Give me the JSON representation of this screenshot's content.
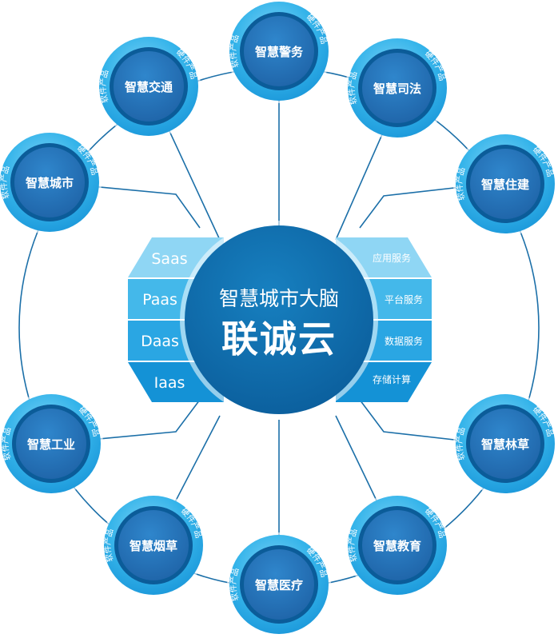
{
  "center": {
    "line1": "智慧城市大脑",
    "line2": "联诚云"
  },
  "stack_left": [
    "Saas",
    "Paas",
    "Daas",
    "Iaas"
  ],
  "stack_right": [
    "应用服务",
    "平台服务",
    "数据服务",
    "存储计算"
  ],
  "node_tags": {
    "left": "软件产品",
    "right": "硬件产品"
  },
  "nodes": [
    {
      "label": "智慧警务"
    },
    {
      "label": "智慧司法"
    },
    {
      "label": "智慧住建"
    },
    {
      "label": "智慧林草"
    },
    {
      "label": "智慧教育"
    },
    {
      "label": "智慧医疗"
    },
    {
      "label": "智慧烟草"
    },
    {
      "label": "智慧工业"
    },
    {
      "label": "智慧城市"
    },
    {
      "label": "智慧交通"
    }
  ],
  "colors": {
    "ring_outer": "#35b4ea",
    "ring_inner": "#0b5c99",
    "node_face": "#2a80c8",
    "center": "#0d6aa8",
    "band_light": "#8fd6f4",
    "band_mid": "#44b8ea",
    "band_dark": "#1492d6",
    "connector": "#1b6fa8"
  }
}
